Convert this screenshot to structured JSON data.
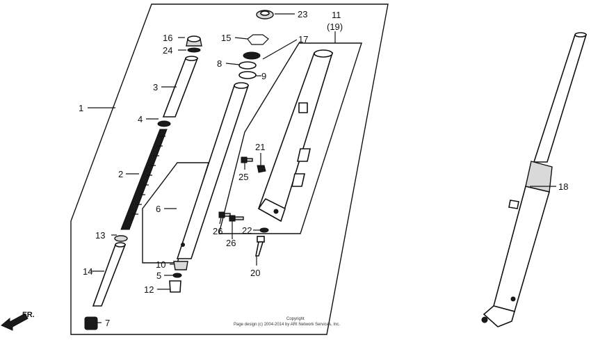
{
  "callouts": {
    "c1": "1",
    "c2": "2",
    "c3": "3",
    "c4": "4",
    "c5": "5",
    "c6": "6",
    "c7": "7",
    "c8": "8",
    "c9": "9",
    "c10": "10",
    "c11": "11",
    "c11sub": "(19)",
    "c12": "12",
    "c13": "13",
    "c14": "14",
    "c15": "15",
    "c16": "16",
    "c17": "17",
    "c18": "18",
    "c20": "20",
    "c21": "21",
    "c22": "22",
    "c23": "23",
    "c24": "24",
    "c25": "25",
    "c26a": "26",
    "c26b": "26"
  },
  "direction_label": "FR.",
  "copyright": {
    "line1": "Copyright",
    "line2": "Page design (c) 2004-2014 by ARI Network Services, Inc."
  }
}
